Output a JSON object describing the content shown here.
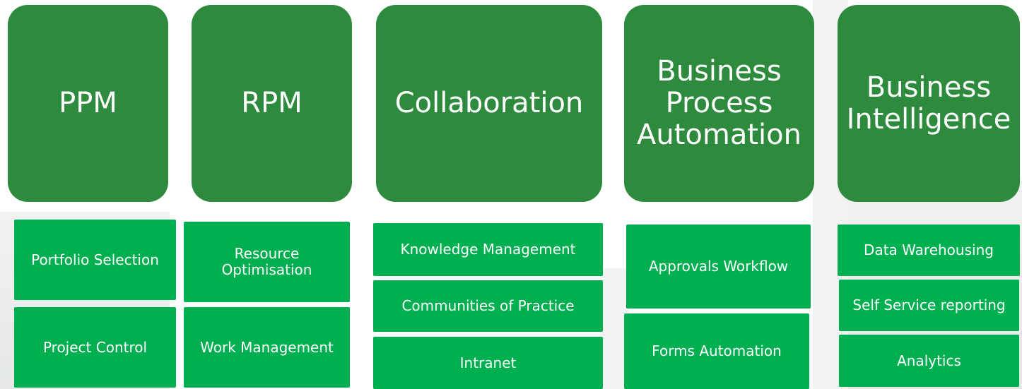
{
  "headers": [
    {
      "label": "PPM"
    },
    {
      "label": "RPM"
    },
    {
      "label": "Collaboration"
    },
    {
      "label": "Business\nProcess\nAutomation"
    },
    {
      "label": "Business\nIntelligence"
    }
  ],
  "items": {
    "ppm": [
      "Portfolio Selection",
      "Project Control"
    ],
    "rpm": [
      "Resource\nOptimisation",
      "Work Management"
    ],
    "collaboration": [
      "Knowledge Management",
      "Communities of Practice",
      "Intranet"
    ],
    "bpa": [
      "Approvals Workflow",
      "Forms Automation"
    ],
    "bi": [
      "Data Warehousing",
      "Self Service reporting",
      "Analytics"
    ]
  },
  "colors": {
    "header": "#2e8b3e",
    "item": "#00b050",
    "text": "#ffffff"
  }
}
